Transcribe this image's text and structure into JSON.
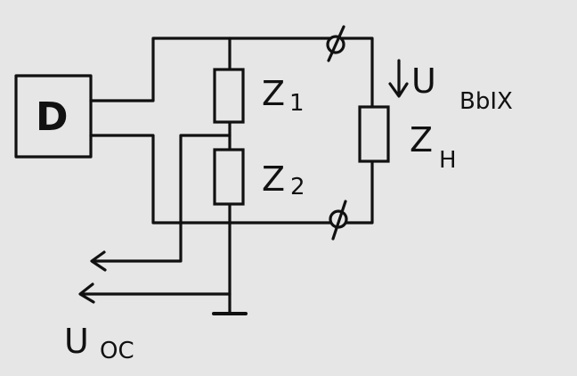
{
  "diagram": {
    "amplifier": {
      "symbol": "D"
    },
    "impedance_1": {
      "label": "Z",
      "subscript": "1"
    },
    "impedance_2": {
      "label": "Z",
      "subscript": "2"
    },
    "load": {
      "label": "Z",
      "subscript": "H"
    },
    "output_voltage": {
      "label": "U",
      "subscript": "BbIX"
    },
    "feedback_voltage": {
      "label": "U",
      "subscript": "OC"
    },
    "colors": {
      "ink": "#111111",
      "background": "#e6e6e6"
    },
    "icons": [
      "amplifier-icon",
      "impedance-icon",
      "terminal-icon",
      "ground-icon",
      "arrow-icon"
    ]
  }
}
